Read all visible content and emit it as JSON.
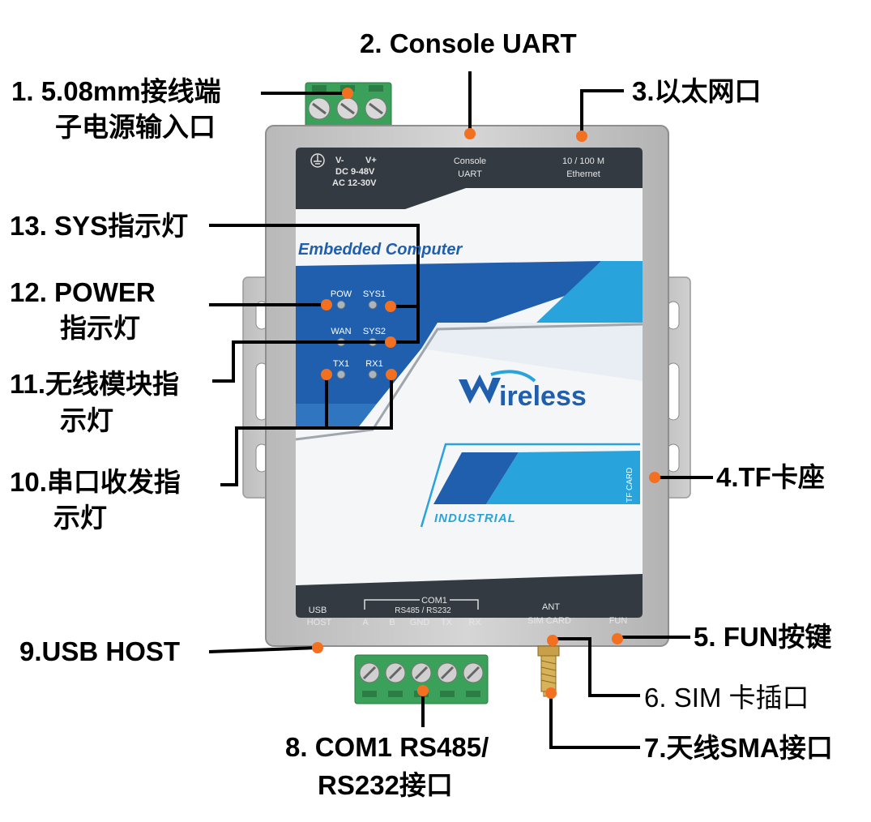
{
  "callouts": {
    "c1_line1": "1.  5.08mm接线端",
    "c1_line2": "子电源输入口",
    "c2": "2. Console UART",
    "c3": "3.以太网口",
    "c4": "4.TF卡座",
    "c5": "5. FUN按键",
    "c6": "6. SIM 卡插口",
    "c7": "7.天线SMA接口",
    "c8_line1": "8. COM1 RS485/",
    "c8_line2": "RS232接口",
    "c9": "9.USB HOST",
    "c10_line1": "10.串口收发指",
    "c10_line2": "示灯",
    "c11_line1": "11.无线模块指",
    "c11_line2": "示灯",
    "c12_line1": "12. POWER",
    "c12_line2": "指示灯",
    "c13": "13. SYS指示灯"
  },
  "device": {
    "power_vminus": "V-",
    "power_vplus": "V+",
    "power_dc": "DC 9-48V",
    "power_ac": "AC 12-30V",
    "console_1": "Console",
    "console_2": "UART",
    "eth_1": "10 / 100 M",
    "eth_2": "Ethernet",
    "embedded": "Embedded Computer",
    "led_pow": "POW",
    "led_sys1": "SYS1",
    "led_wan": "WAN",
    "led_sys2": "SYS2",
    "led_tx1": "TX1",
    "led_rx1": "RX1",
    "brand": "ireless",
    "tf_card": "TF CARD",
    "industrial": "INDUSTRIAL",
    "usb_1": "USB",
    "usb_2": "HOST",
    "com1": "COM1",
    "com1_sub": "RS485 / RS232",
    "pin_a": "A",
    "pin_b": "B",
    "pin_gnd": "GND",
    "pin_tx": "TX",
    "pin_rx": "RX",
    "ant_1": "ANT",
    "ant_2": "SIM CARD",
    "fun": "FUN"
  },
  "colors": {
    "marker": "#f37021",
    "blue_dark": "#1f5fae",
    "blue_light": "#29a3dc",
    "terminal_green": "#3aa05a"
  }
}
